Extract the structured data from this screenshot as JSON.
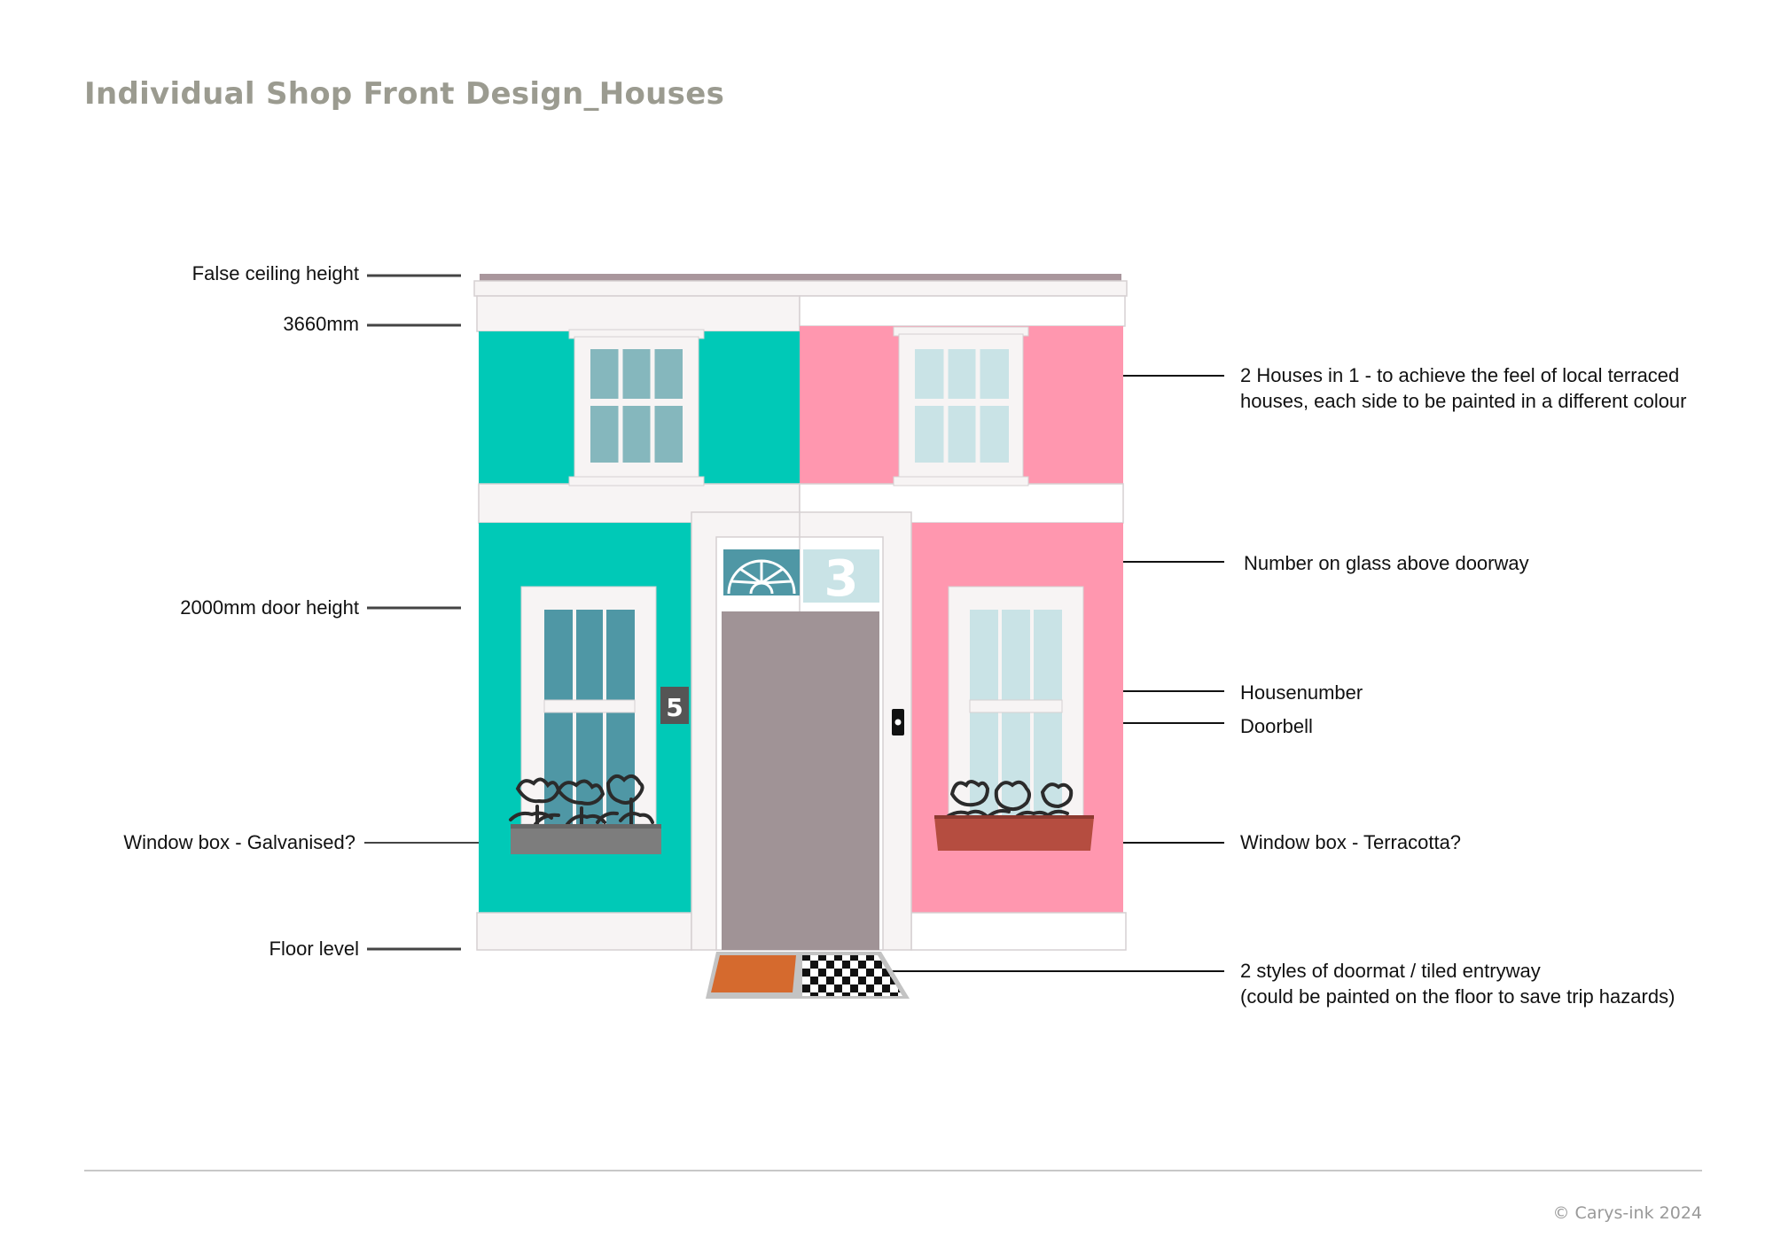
{
  "title": "Individual Shop Front Design_Houses",
  "colors": {
    "teal": "#00c9b7",
    "pink": "#ff97af",
    "door": "#a09396",
    "window_teal_house": "#4f97a5",
    "window_pink_house": "#c9e3e6",
    "window_box_galvanised": "#7d7d7d",
    "window_box_terracotta": "#b54d40",
    "doormat": "#d56a2e",
    "trim": "#f7f4f4"
  },
  "left_labels": {
    "false_ceiling": "False ceiling height",
    "height_3660": "3660mm",
    "door_height": "2000mm door height",
    "window_box_galvanised": "Window box - Galvanised?",
    "floor_level": "Floor level"
  },
  "right_labels": {
    "two_houses": "2 Houses in 1 - to achieve the feel of local terraced\nhouses, each side to be painted in a different colour",
    "number_glass": "Number on glass above doorway",
    "housenumber": "Housenumber",
    "doorbell": "Doorbell",
    "window_box_terracotta": "Window box - Terracotta?",
    "doormat": "2 styles of  doormat / tiled entryway\n(could be painted on the floor to save trip hazards)"
  },
  "house": {
    "fanlight_number": "3",
    "house_number_sign": "5"
  },
  "footer": {
    "copyright": "© Carys-ink 2024"
  }
}
